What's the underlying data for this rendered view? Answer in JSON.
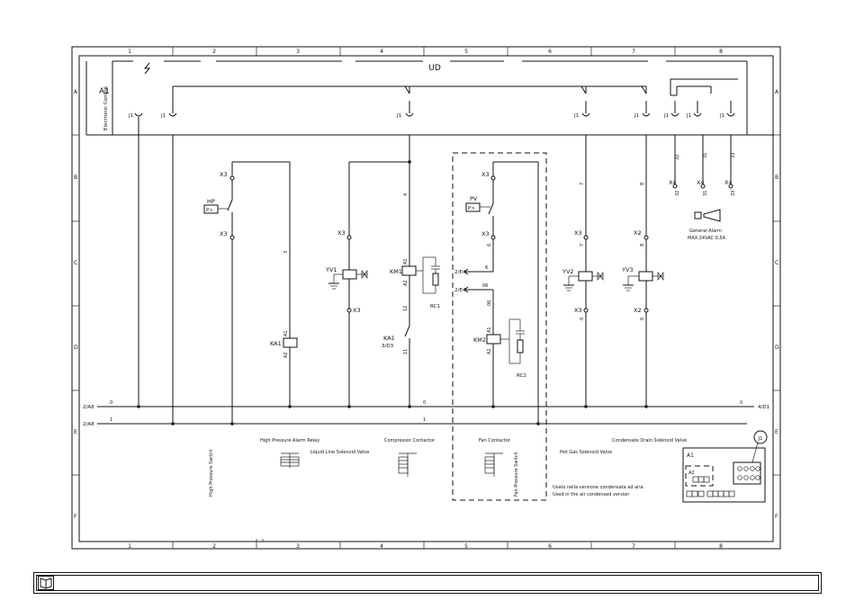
{
  "grid": {
    "columns": [
      "1",
      "2",
      "3",
      "4",
      "5",
      "6",
      "7",
      "8"
    ],
    "rows": [
      "A",
      "B",
      "C",
      "D",
      "E",
      "F"
    ]
  },
  "labels": {
    "ud": "UD",
    "a1": "A1",
    "electronic_control": "Electronic Control",
    "j1": "J1",
    "x3": "X3",
    "x2": "X2",
    "x4": "X4",
    "hp": "HP",
    "pv": "PV",
    "p_symbol": "P>",
    "yv1": "YV1",
    "yv2": "YV2",
    "yv3": "YV3",
    "km1": "KM1",
    "km2": "KM2",
    "ka1": "KA1",
    "ka1_ref": "3/D3",
    "rc1": "RC1",
    "rc2": "RC2",
    "a1_term": "A1",
    "a2_term": "A2",
    "general_alarm": "General Alarm",
    "alarm_rating": "MAX 24VAC 0,5A",
    "bus0_left": "2/A8",
    "bus1_left": "2/A8",
    "bus0_right": "4/D1",
    "ref_2e4_a": "2/E4",
    "ref_2e4_b": "2/E4",
    "wire_0": "0",
    "wire_1": "1",
    "wire_3": "3",
    "wire_4": "4",
    "wire_6": "6",
    "wire_7": "7",
    "wire_8": "8",
    "wire_11": "11",
    "wire_12": "12",
    "wire_06": "06",
    "wire_31": "31",
    "wire_32": "32",
    "wire_33": "33"
  },
  "legend": {
    "high_pressure_switch": "High Pressure Switch",
    "high_pressure_alarm_relay": "High Pressure Alarm Relay",
    "liquid_line_solenoid_valve": "Liquid Line Solenoid Valve",
    "compressor_contactor": "Compressor Contactor",
    "fan_contactor": "Fan Contactor",
    "fan_pressure_switch": "Fan Pressure Switch",
    "hot_gas_solenoid_valve": "Hot Gas Solenoid Valve",
    "condensate_drain_solenoid_valve": "Condensate Drain Solenoid Valve",
    "note_it": "Usato nella versione condensata ad aria",
    "note_en": "Used in the air condensed version"
  },
  "connector": {
    "title": "A1",
    "sub": "A2",
    "j1_badge": "J1"
  },
  "colors": {
    "line": "#111111",
    "background": "#ffffff"
  }
}
